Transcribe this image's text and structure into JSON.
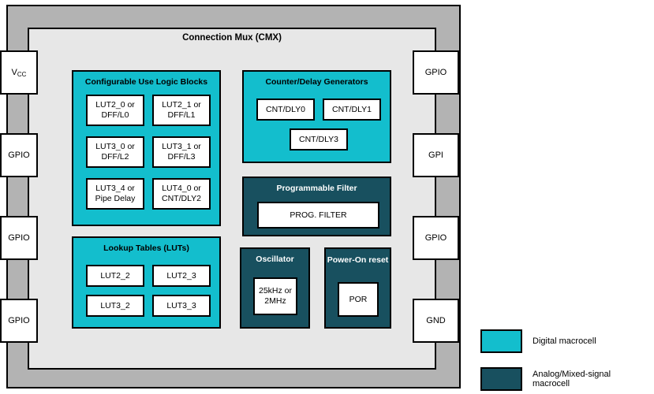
{
  "diagram": {
    "cmx_title": "Connection Mux (CMX)",
    "pins_left": [
      {
        "label": "V",
        "sub": "CC",
        "name": "pin-vcc"
      },
      {
        "label": "GPIO",
        "sub": "",
        "name": "pin-gpio-left-1"
      },
      {
        "label": "GPIO",
        "sub": "",
        "name": "pin-gpio-left-2"
      },
      {
        "label": "GPIO",
        "sub": "",
        "name": "pin-gpio-left-3"
      }
    ],
    "pins_right": [
      {
        "label": "GPIO",
        "name": "pin-gpio-right-1"
      },
      {
        "label": "GPI",
        "name": "pin-gpi-right"
      },
      {
        "label": "GPIO",
        "name": "pin-gpio-right-2"
      },
      {
        "label": "GND",
        "name": "pin-gnd"
      }
    ],
    "blocks": [
      {
        "id": "clb",
        "title": "Configurable Use Logic Blocks",
        "kind": "digital",
        "cells": [
          "LUT2_0 or DFF/L0",
          "LUT2_1 or DFF/L1",
          "LUT3_0 or DFF/L2",
          "LUT3_1 or DFF/L3",
          "LUT3_4 or Pipe Delay",
          "LUT4_0 or CNT/DLY2"
        ]
      },
      {
        "id": "luts",
        "title": "Lookup Tables (LUTs)",
        "kind": "digital",
        "cells": [
          "LUT2_2",
          "LUT2_3",
          "LUT3_2",
          "LUT3_3"
        ]
      },
      {
        "id": "cntdly",
        "title": "Counter/Delay Generators",
        "kind": "digital",
        "cells": [
          "CNT/DLY0",
          "CNT/DLY1",
          "CNT/DLY3"
        ]
      },
      {
        "id": "progfilter",
        "title": "Programmable Filter",
        "kind": "analog",
        "cells": [
          "PROG. FILTER"
        ]
      },
      {
        "id": "oscillator",
        "title": "Oscillator",
        "kind": "analog",
        "cells": [
          "25kHz or 2MHz"
        ]
      },
      {
        "id": "por",
        "title": "Power-On reset",
        "kind": "analog",
        "cells": [
          "POR"
        ]
      }
    ],
    "legend": [
      {
        "label": "Digital macrocell",
        "color": "#13becd"
      },
      {
        "label": "Analog/Mixed-signal macrocell",
        "color": "#18505f"
      }
    ],
    "colors": {
      "digital": "#13becd",
      "analog": "#18505f",
      "chip_frame": "#b3b3b3",
      "cmx_region": "#e7e7e7",
      "outline": "#000000"
    }
  }
}
